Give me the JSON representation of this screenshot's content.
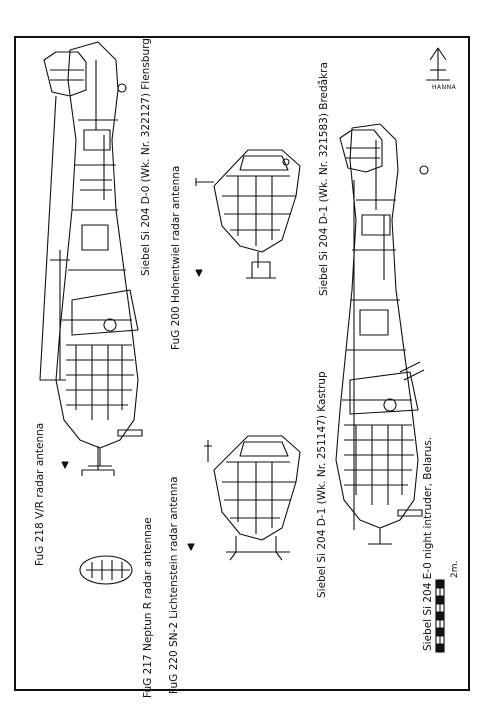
{
  "labels": {
    "d0_flensburg": "Siebel Si 204 D-0 (Wk. Nr. 322127) Flensburg",
    "d1_bredakra": "Siebel Si 204 D-1 (Wk. Nr. 321583) Bredåkra",
    "e0_belarus": "Siebel Si 204 E-0 night intruder, Belarus.",
    "d1_kastrup": "Siebel Si 204 D-1 (Wk. Nr. 251147) Kastrup",
    "fug200": "FuG 200 Hohentwiel radar antenna",
    "fug218": "FuG 218 V/R radar antenna",
    "fug217": "FuG 217 Neptun R radar antennae",
    "fug220": "FuG 220 SN-2 Lichtenstein radar antenna"
  },
  "scale": {
    "label": "2m."
  },
  "logo": {
    "text": "HANNA"
  },
  "colors": {
    "ink": "#111111",
    "paper": "#ffffff"
  }
}
